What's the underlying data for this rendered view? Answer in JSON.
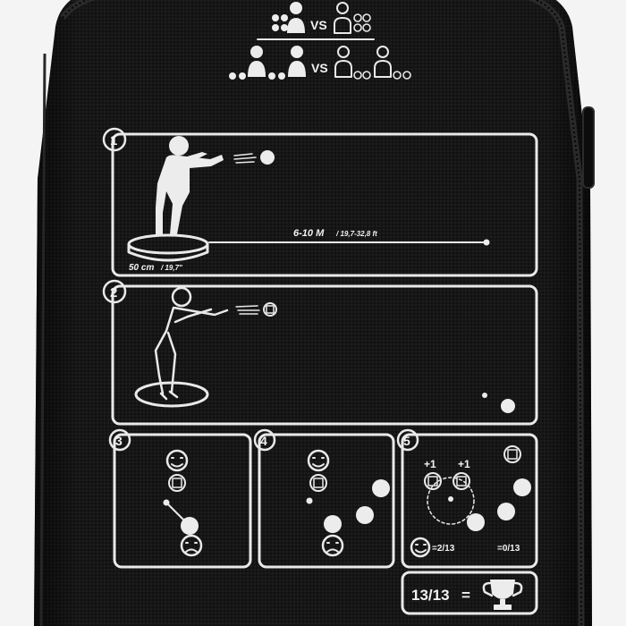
{
  "header": {
    "vs_top": "VS",
    "vs_bottom": "VS"
  },
  "panel_1": {
    "number": "1",
    "distance": "6-10 M",
    "distance_ft": "/ 19,7-32,8 ft",
    "circle_size": "50 cm",
    "circle_size_in": "/ 19,7\""
  },
  "panel_2": {
    "number": "2"
  },
  "panel_3": {
    "number": "3"
  },
  "panel_4": {
    "number": "4"
  },
  "panel_5": {
    "number": "5",
    "plus_left": "+1",
    "plus_right": "+1",
    "score_winner": "=2/13",
    "score_loser": "=0/13"
  },
  "final": {
    "score": "13/13",
    "equals": "="
  },
  "colors": {
    "bag": "#141414",
    "print": "#ececec",
    "background": "#f4f4f4"
  }
}
